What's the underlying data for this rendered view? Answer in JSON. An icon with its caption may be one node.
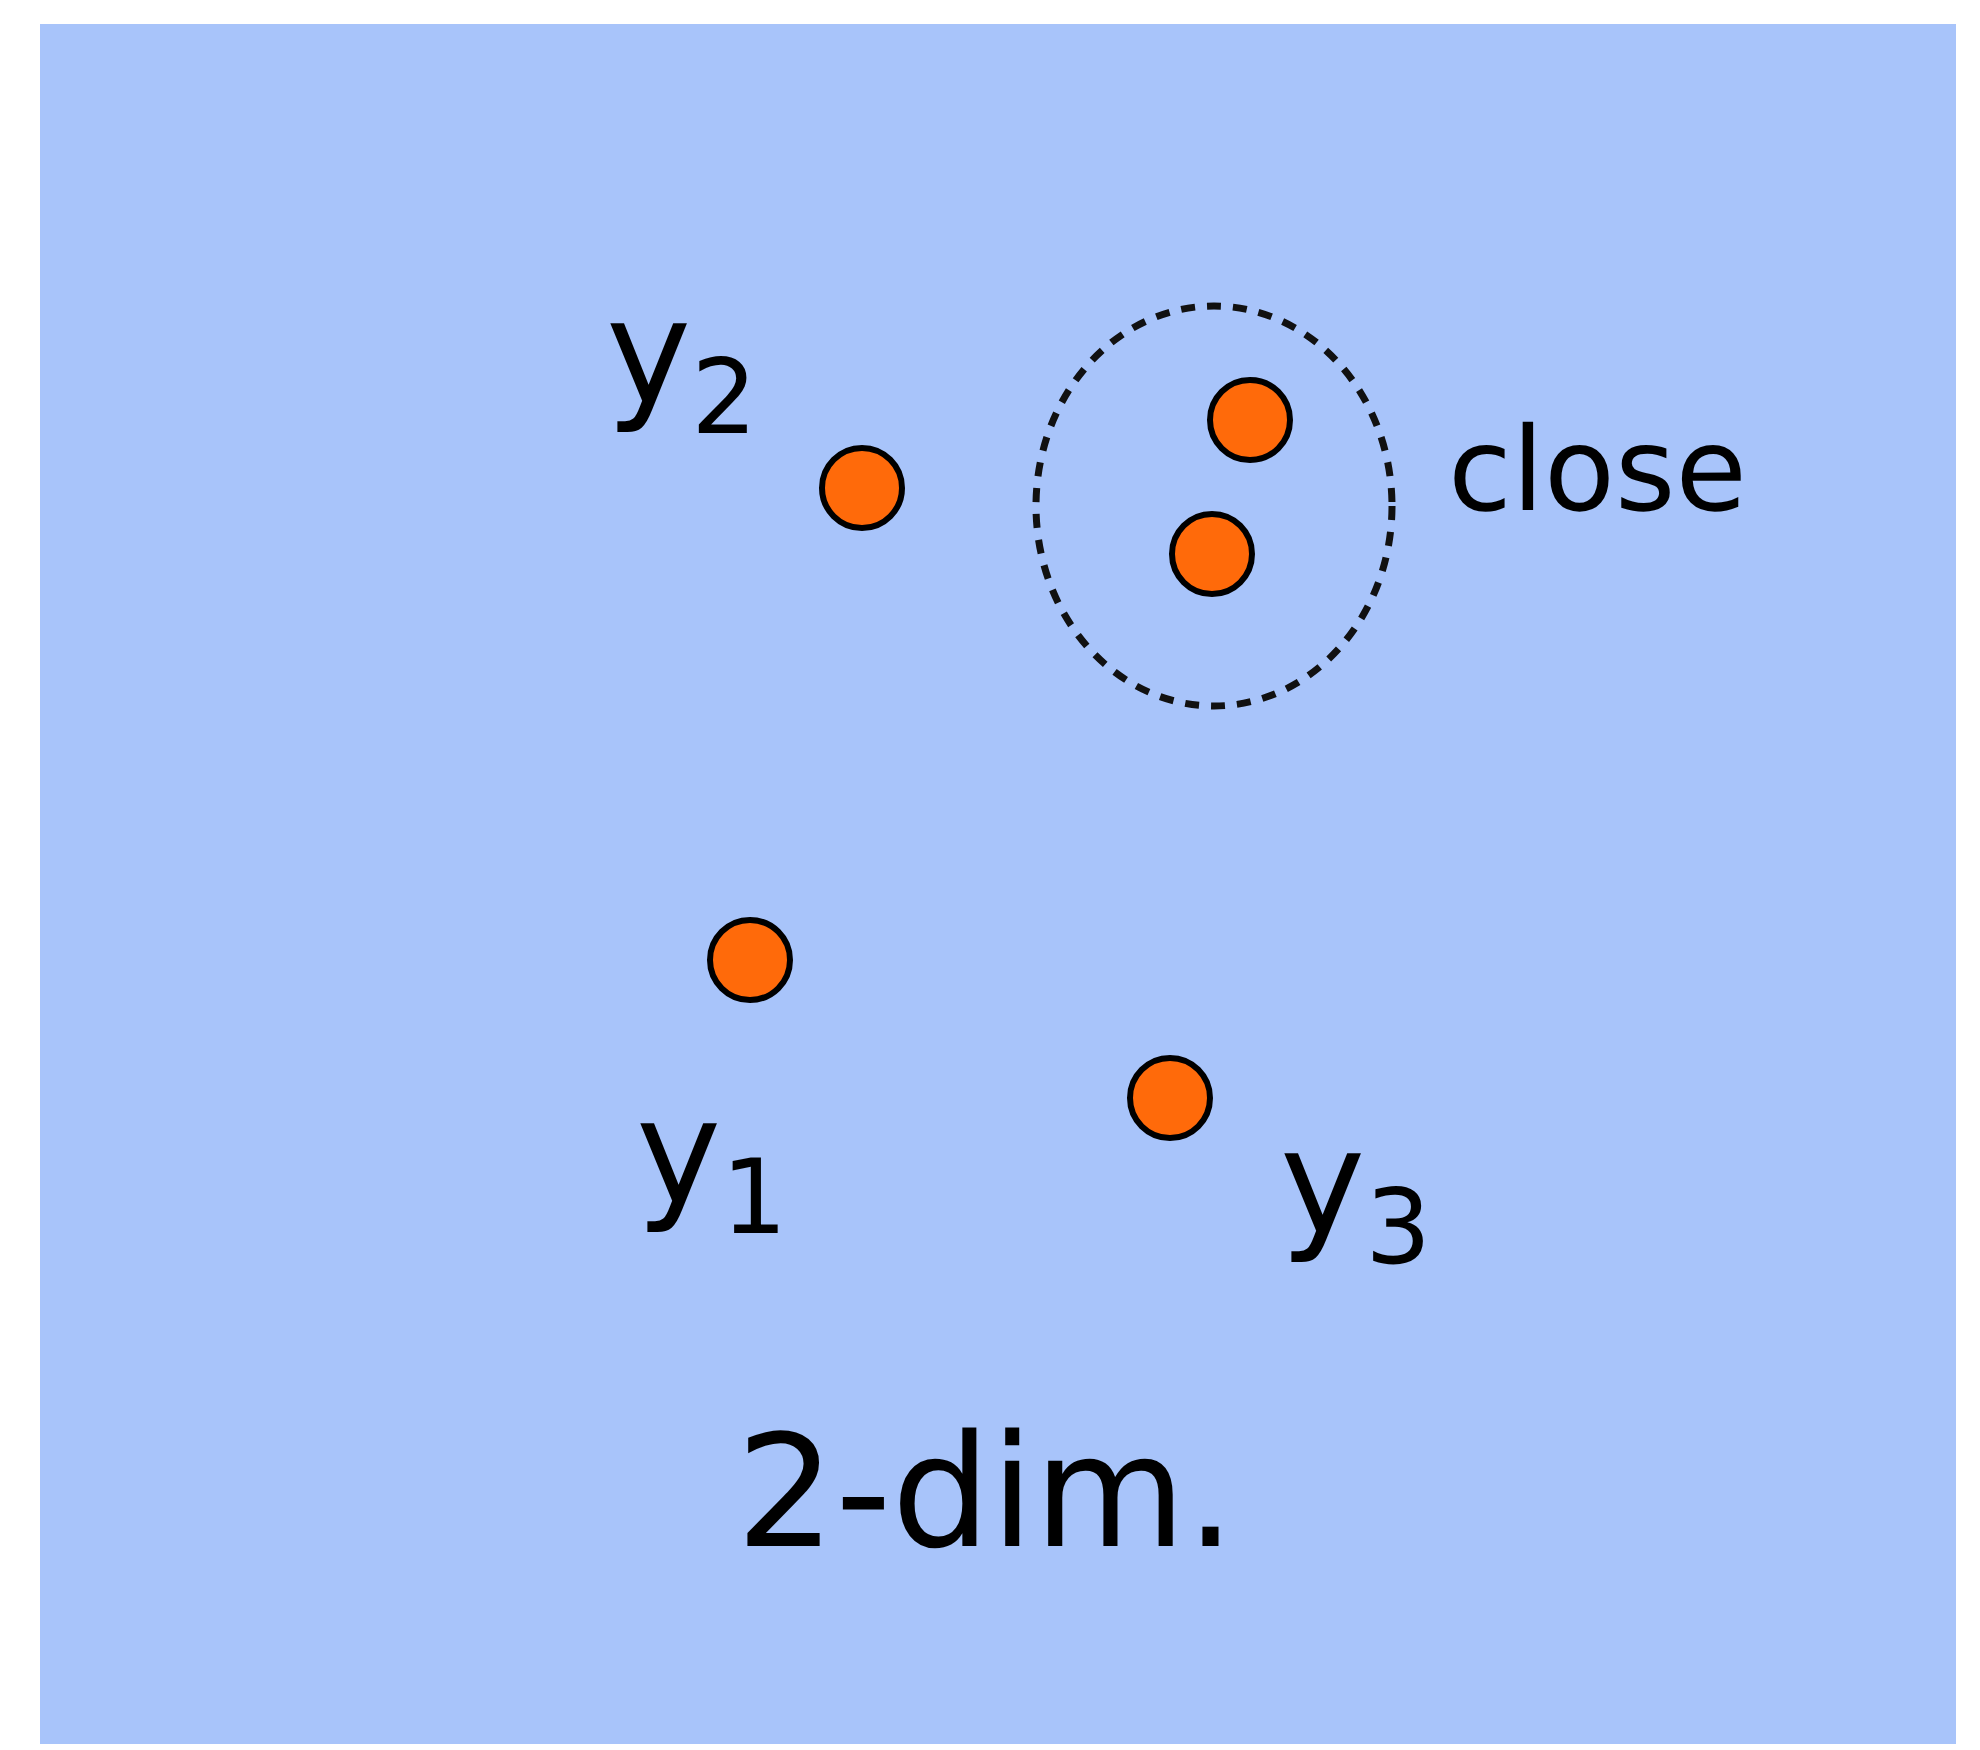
{
  "diagram": {
    "labels": [
      "y$_{2}$",
      "close",
      "y$_{1}$",
      "y$_{3}$",
      "2-dim."
    ]
  }
}
